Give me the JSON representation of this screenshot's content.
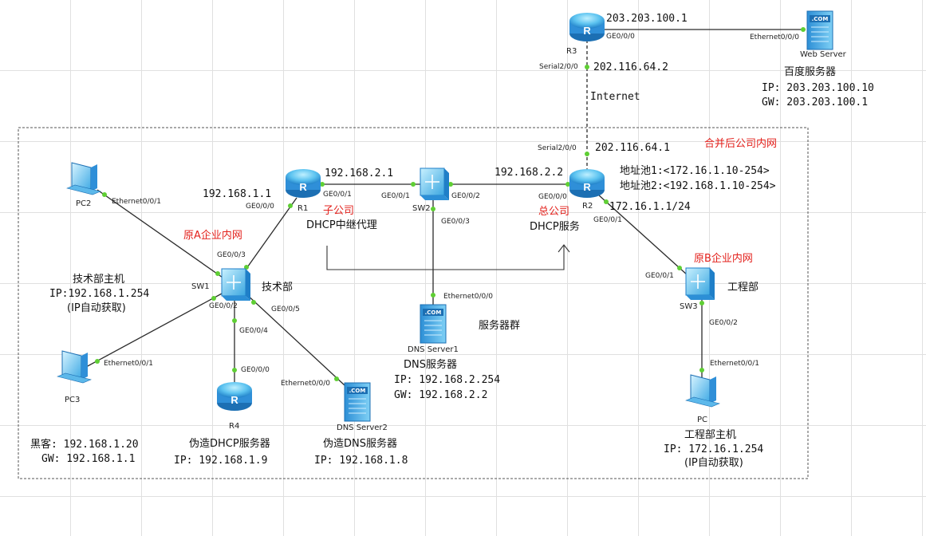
{
  "devices": {
    "r1": "R1",
    "r2": "R2",
    "r3": "R3",
    "r4": "R4",
    "sw1": "SW1",
    "sw2": "SW2",
    "sw3": "SW3",
    "pc": "PC",
    "pc2": "PC2",
    "pc3": "PC3",
    "web_server": "Web Server",
    "dns_server1": "DNS Server1",
    "dns_server2": "DNS Server2",
    "server_badge": ".COM"
  },
  "ports": {
    "r3_ge": "GE0/0/0",
    "r3_serial": "Serial2/0/0",
    "web_eth": "Ethernet0/0/0",
    "r2_serial": "Serial2/0/0",
    "r1_ge01": "GE0/0/1",
    "r1_ge00": "GE0/0/0",
    "sw2_ge01": "GE0/0/1",
    "sw2_ge02": "GE0/0/2",
    "sw2_ge03": "GE0/0/3",
    "r2_ge00": "GE0/0/0",
    "r2_ge01": "GE0/0/1",
    "pc2_eth": "Ethernet0/0/1",
    "sw1_ge03": "GE0/0/3",
    "sw1_ge02": "GE0/0/2",
    "sw1_ge04": "GE0/0/4",
    "sw1_ge05": "GE0/0/5",
    "pc3_eth": "Ethernet0/0/1",
    "r4_ge00": "GE0/0/0",
    "dns2_eth": "Ethernet0/0/0",
    "dns1_eth": "Ethernet0/0/0",
    "sw3_ge01": "GE0/0/1",
    "sw3_ge02": "GE0/0/2",
    "pc_eth": "Ethernet0/0/1"
  },
  "labels": {
    "r3_ip": "203.203.100.1",
    "r3_serial_ip": "202.116.64.2",
    "internet": "Internet",
    "baidu_title": "百度服务器",
    "baidu_ip": "IP: 203.203.100.10",
    "baidu_gw": "GW: 203.203.100.1",
    "merged_net": "合并后公司内网",
    "r2_serial_ip": "202.116.64.1",
    "r1_right_ip": "192.168.2.1",
    "r2_left_ip": "192.168.2.2",
    "pool1": "地址池1:<172.16.1.10-254>",
    "pool2": "地址池2:<192.168.1.10-254>",
    "r1_left_ip": "192.168.1.1",
    "subsidiary": "子公司",
    "dhcp_relay": "DHCP中继代理",
    "hq": "总公司",
    "dhcp_service": "DHCP服务",
    "r2_lan_ip": "172.16.1.1/24",
    "net_a": "原A企业内网",
    "net_b": "原B企业内网",
    "tech_dept": "技术部",
    "eng_dept": "工程部",
    "tech_host_title": "技术部主机",
    "tech_host_ip": "IP:192.168.1.254",
    "tech_host_auto": "(IP自动获取)",
    "server_group": "服务器群",
    "dns_title": "DNS服务器",
    "dns_ip": "IP: 192.168.2.254",
    "dns_gw": "GW: 192.168.2.2",
    "hacker_ip": "黑客: 192.168.1.20",
    "hacker_gw": "GW: 192.168.1.1",
    "fake_dhcp_title": "伪造DHCP服务器",
    "fake_dhcp_ip": "IP: 192.168.1.9",
    "fake_dns_title": "伪造DNS服务器",
    "fake_dns_ip": "IP: 192.168.1.8",
    "eng_host_title": "工程部主机",
    "eng_host_ip": "IP: 172.16.1.254",
    "eng_host_auto": "(IP自动获取)"
  },
  "colors": {
    "link": "#2b2b2b",
    "port_dot": "#5fcf34",
    "annotation_red": "#e3211c",
    "device_blue": "#2f8fd8",
    "device_light": "#7fd0f5"
  }
}
